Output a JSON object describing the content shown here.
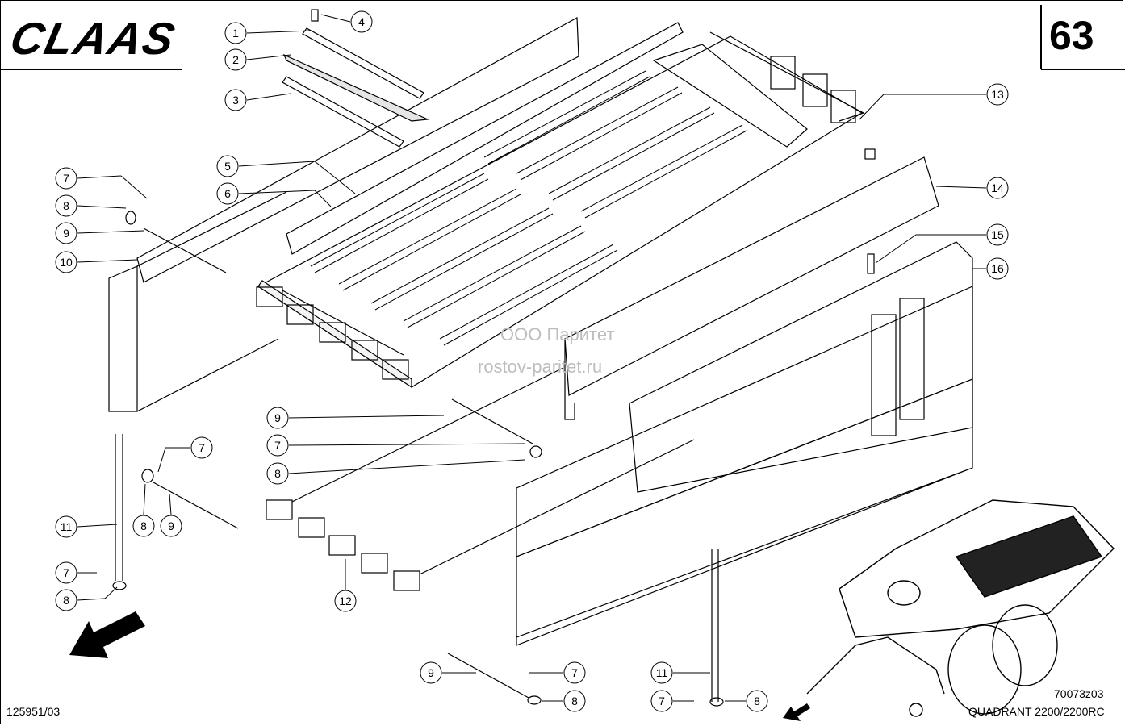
{
  "header": {
    "brand": "CLAAS",
    "page_number": "63"
  },
  "footer": {
    "left_code": "125951/03",
    "right_code": "70073z03",
    "model": "QUADRANT 2200/2200RC"
  },
  "watermark": {
    "line1": "ООО Паритет",
    "line2": "rostov-paritet.ru"
  },
  "callouts": [
    {
      "label": "1"
    },
    {
      "label": "2"
    },
    {
      "label": "3"
    },
    {
      "label": "4"
    },
    {
      "label": "5"
    },
    {
      "label": "6"
    },
    {
      "label": "7"
    },
    {
      "label": "8"
    },
    {
      "label": "9"
    },
    {
      "label": "10"
    },
    {
      "label": "13"
    },
    {
      "label": "14"
    },
    {
      "label": "15"
    },
    {
      "label": "16"
    },
    {
      "label": "9"
    },
    {
      "label": "7"
    },
    {
      "label": "8"
    },
    {
      "label": "7"
    },
    {
      "label": "8"
    },
    {
      "label": "9"
    },
    {
      "label": "11"
    },
    {
      "label": "7"
    },
    {
      "label": "8"
    },
    {
      "label": "12"
    },
    {
      "label": "9"
    },
    {
      "label": "7"
    },
    {
      "label": "8"
    },
    {
      "label": "11"
    },
    {
      "label": "7"
    },
    {
      "label": "8"
    }
  ]
}
